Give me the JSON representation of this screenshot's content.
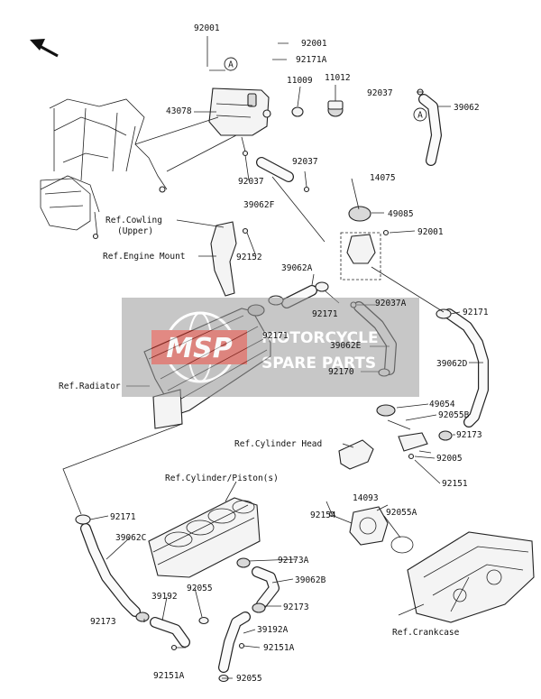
{
  "diagram": {
    "labels": {
      "p92001_top": "92001",
      "p92001_b": "92001",
      "p92171A_top": "92171A",
      "p11009": "11009",
      "p11012": "11012",
      "p92037_r": "92037",
      "p39062": "39062",
      "p43078": "43078",
      "p92037_m1": "92037",
      "p92037_m2": "92037",
      "p39062F": "39062F",
      "p14075": "14075",
      "p49085": "49085",
      "p92001_c": "92001",
      "ref_cowling_1": "Ref.Cowling",
      "ref_cowling_2": "(Upper)",
      "ref_engine_mount": "Ref.Engine Mount",
      "p92152": "92152",
      "p39062A": "39062A",
      "p92171_a": "92171",
      "p92037A": "92037A",
      "p92171_b": "92171",
      "p92171_c": "92171",
      "p39062E": "39062E",
      "p92170": "92170",
      "p39062D": "39062D",
      "ref_radiator": "Ref.Radiator",
      "p49054": "49054",
      "p92055B": "92055B",
      "p92173_a": "92173",
      "ref_cylinder_head": "Ref.Cylinder Head",
      "p92005": "92005",
      "p92151": "92151",
      "ref_cylinder_piston": "Ref.Cylinder/Piston(s)",
      "p92171_d": "92171",
      "p39062C": "39062C",
      "p14093": "14093",
      "p92154": "92154",
      "p92055A": "92055A",
      "p92173A": "92173A",
      "p39062B": "39062B",
      "p39192": "39192",
      "p92055_a": "92055",
      "p92173_b": "92173",
      "p92173_c": "92173",
      "p39192A": "39192A",
      "p92151A_a": "92151A",
      "p92151A_b": "92151A",
      "p92055_b": "92055",
      "ref_crankcase": "Ref.Crankcase",
      "callout_a": "A"
    },
    "watermark": {
      "logo": "MSP",
      "line1": "MOTORCYCLE",
      "line2": "SPARE PARTS",
      "color": "#cc2a1e"
    },
    "colors": {
      "ink": "#222222",
      "watermark_bg": "#9a9a9a"
    }
  }
}
